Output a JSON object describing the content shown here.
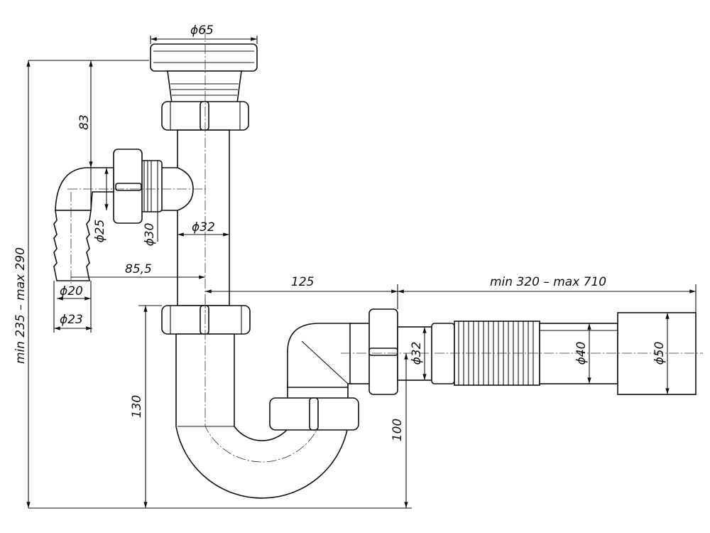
{
  "dimensions": {
    "flange_diameter": "ϕ65",
    "branch_height": "83",
    "branch_inner_diameter": "ϕ25",
    "branch_outer_diameter": "ϕ30",
    "pipe_diameter": "ϕ32",
    "branch_offset": "85,5",
    "hose_min_diameter": "ϕ20",
    "hose_max_diameter": "ϕ23",
    "total_height": "min 235 – max 290",
    "outlet_offset": "125",
    "hose_length": "min 320 – max 710",
    "outlet_diameter": "ϕ32",
    "corrugated_diameter": "ϕ40",
    "end_diameter": "ϕ50",
    "trap_height": "130",
    "outlet_height": "100"
  }
}
